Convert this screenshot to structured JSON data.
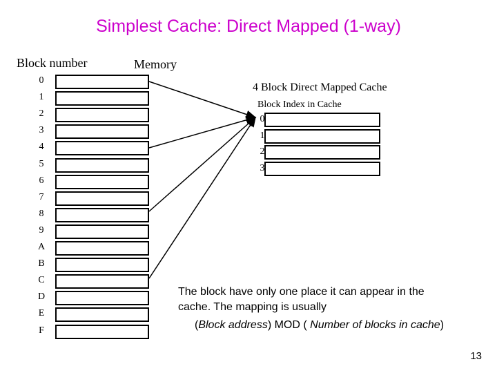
{
  "title": "Simplest Cache: Direct  Mapped (1-way)",
  "memory": {
    "block_number_header": "Block number",
    "memory_header": "Memory",
    "blocks": [
      "0",
      "1",
      "2",
      "3",
      "4",
      "5",
      "6",
      "7",
      "8",
      "9",
      "A",
      "B",
      "C",
      "D",
      "E",
      "F"
    ]
  },
  "cache": {
    "title": "4 Block Direct Mapped Cache",
    "index_header": "Block Index in Cache",
    "indices": [
      "0",
      "1",
      "2",
      "3"
    ]
  },
  "note": {
    "line1": "The block have only one place it can appear in the",
    "line2": "cache. The mapping is usually",
    "line3_open": "(",
    "line3_block_address": "Block address",
    "line3_mid": ") MOD ( ",
    "line3_number_of_blocks": "Number of blocks in cache",
    "line3_close": ")"
  },
  "page_number": "13",
  "colors": {
    "title": "#cc00cc"
  }
}
